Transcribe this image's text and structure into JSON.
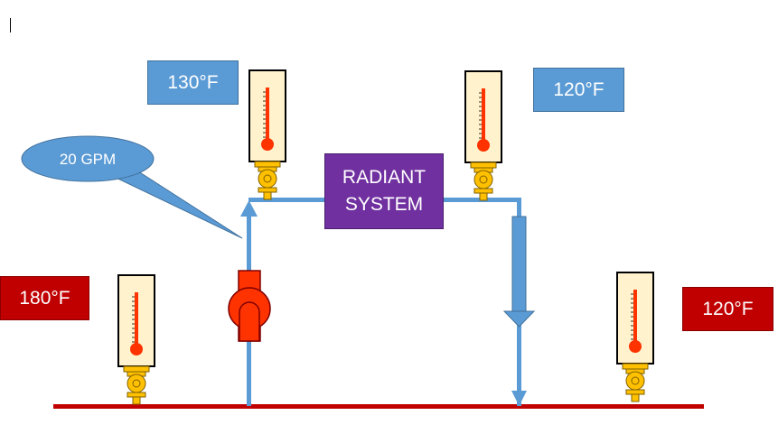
{
  "labels": {
    "top_left_temp": "130°F",
    "top_right_temp": "120°F",
    "bottom_left_temp": "180°F",
    "bottom_right_temp": "120°F",
    "flow_rate": "20 GPM",
    "radiant_line1": "RADIANT",
    "radiant_line2": "SYSTEM"
  },
  "colors": {
    "supply_pipe": "#5b9bd5",
    "main_pipe": "#c00000",
    "temp_box_blue": "#5b9bd5",
    "temp_box_red": "#c00000",
    "radiant_box": "#7030a0",
    "pump": "#ff3300",
    "thermometer_body": "#fff2cc",
    "thermometer_fitting": "#ffc000"
  },
  "icons": [
    "thermometer-icon",
    "pump-icon",
    "flow-arrow-icon"
  ]
}
